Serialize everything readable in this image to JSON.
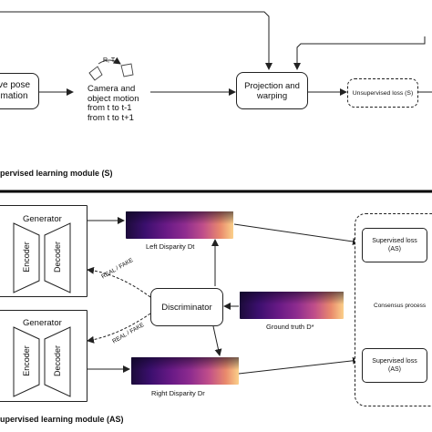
{
  "top": {
    "pose_label_line1": "ve pose",
    "pose_label_line2": "mation",
    "motion_symbol": "R, T",
    "camera_text": [
      "Camera and",
      "object motion",
      "from t to t-1",
      "from t to t+1"
    ],
    "projection_label": "Projection and warping",
    "unsup_loss_label": "Unsupervised loss (S)",
    "module_title": "pervised learning module (S)"
  },
  "bottom": {
    "generator_label": "Generator",
    "encoder_label": "Encoder",
    "decoder_label": "Decoder",
    "left_disparity_label": "Left Disparity Dt",
    "right_disparity_label": "Right Disparity Dr",
    "discriminator_label": "Discriminator",
    "ground_truth_label": "Ground truth D*",
    "real_fake_label": "REAL / FAKE",
    "sup_loss_label": "Supervised loss (AS)",
    "consensus_label": "Consensus process",
    "module_title": "upervised learning module (AS)"
  },
  "colors": {
    "line": "#222222",
    "divider": "#000000"
  }
}
